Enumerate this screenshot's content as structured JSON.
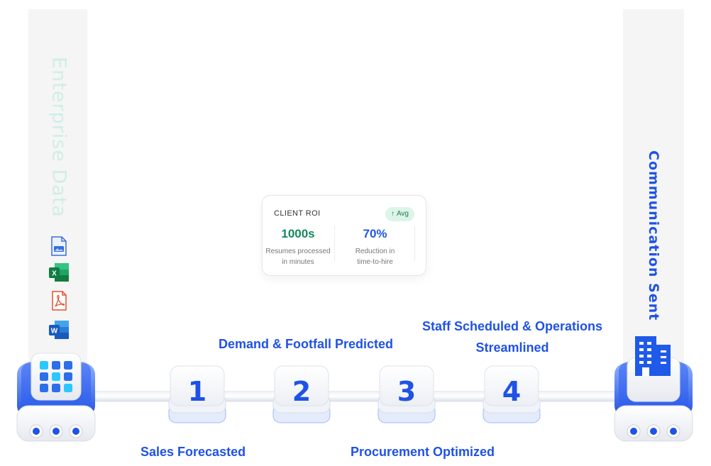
{
  "left_column": {
    "title": "Enterprise Data"
  },
  "right_column": {
    "title": "Communication Sent"
  },
  "file_icons": [
    "image-file-icon",
    "excel-icon",
    "pdf-icon",
    "word-icon"
  ],
  "roi_card": {
    "title": "CLIENT ROI",
    "badge": "Avg",
    "stats": [
      {
        "value": "1000s",
        "label_line1": "Resumes processed",
        "label_line2": "in minutes"
      },
      {
        "value": "70%",
        "label_line1": "Reduction in",
        "label_line2": "time-to-hire"
      }
    ]
  },
  "steps": [
    {
      "number": "1",
      "label": "Sales Forecasted"
    },
    {
      "number": "2",
      "label": "Demand & Footfall Predicted"
    },
    {
      "number": "3",
      "label": "Procurement Optimized"
    },
    {
      "number": "4",
      "label_line1": "Staff Scheduled & Operations",
      "label_line2": "Streamlined"
    }
  ],
  "colors": {
    "accent": "#1f52e6",
    "green": "#13895a",
    "badge_bg": "#dcf5e8",
    "column_bg": "#f5f5f5"
  }
}
